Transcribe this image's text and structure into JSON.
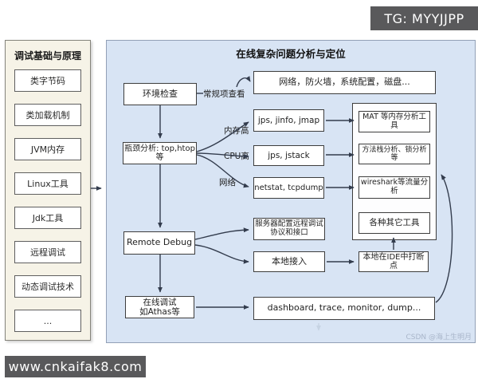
{
  "overlays": {
    "header_badge": "TG: MYYJJPP",
    "footer_badge": "www.cnkaifak8.com"
  },
  "sidebar": {
    "title": "调试基础与原理",
    "items": [
      "类字节码",
      "类加载机制",
      "JVM内存",
      "Linux工具",
      "Jdk工具",
      "远程调试",
      "动态调试技术",
      "..."
    ]
  },
  "diagram": {
    "title": "在线复杂问题分析与定位",
    "watermark": "CSDN @海上生明月",
    "nodes": {
      "env_check": "环境检查",
      "bottleneck": "瓶颈分析: top,htop等",
      "remote_debug": "Remote Debug",
      "online_debug": "在线调试\n如Athas等",
      "network_firewall": "网络，防火墙，系统配置，磁盘...",
      "jps_jinfo_jmap": "jps, jinfo, jmap",
      "jps_jstack": "jps, jstack",
      "netstat_tcpdump": "netstat, tcpdump",
      "mat_tools": "MAT 等内存分析工具",
      "stack_lock_analysis": "方法栈分析、锁分析等",
      "wireshark_traffic": "wireshark等流量分析",
      "other_tools": "各种其它工具",
      "server_remote_config": "服务器配置远程调试\n协议和接口",
      "local_access": "本地接入",
      "ide_breakpoint": "本地在IDE中打断点",
      "dashboard_cmds": "dashboard, trace, monitor, dump..."
    },
    "edge_labels": {
      "common_check": "常规项查看",
      "mem_high": "内存高",
      "cpu_high": "CPU高",
      "network": "网络"
    },
    "colors": {
      "panel_background": "#d8e4f4",
      "sidebar_background": "#f6f3e7",
      "badge_background": "#59595b",
      "arrow": "#333c4d"
    }
  }
}
